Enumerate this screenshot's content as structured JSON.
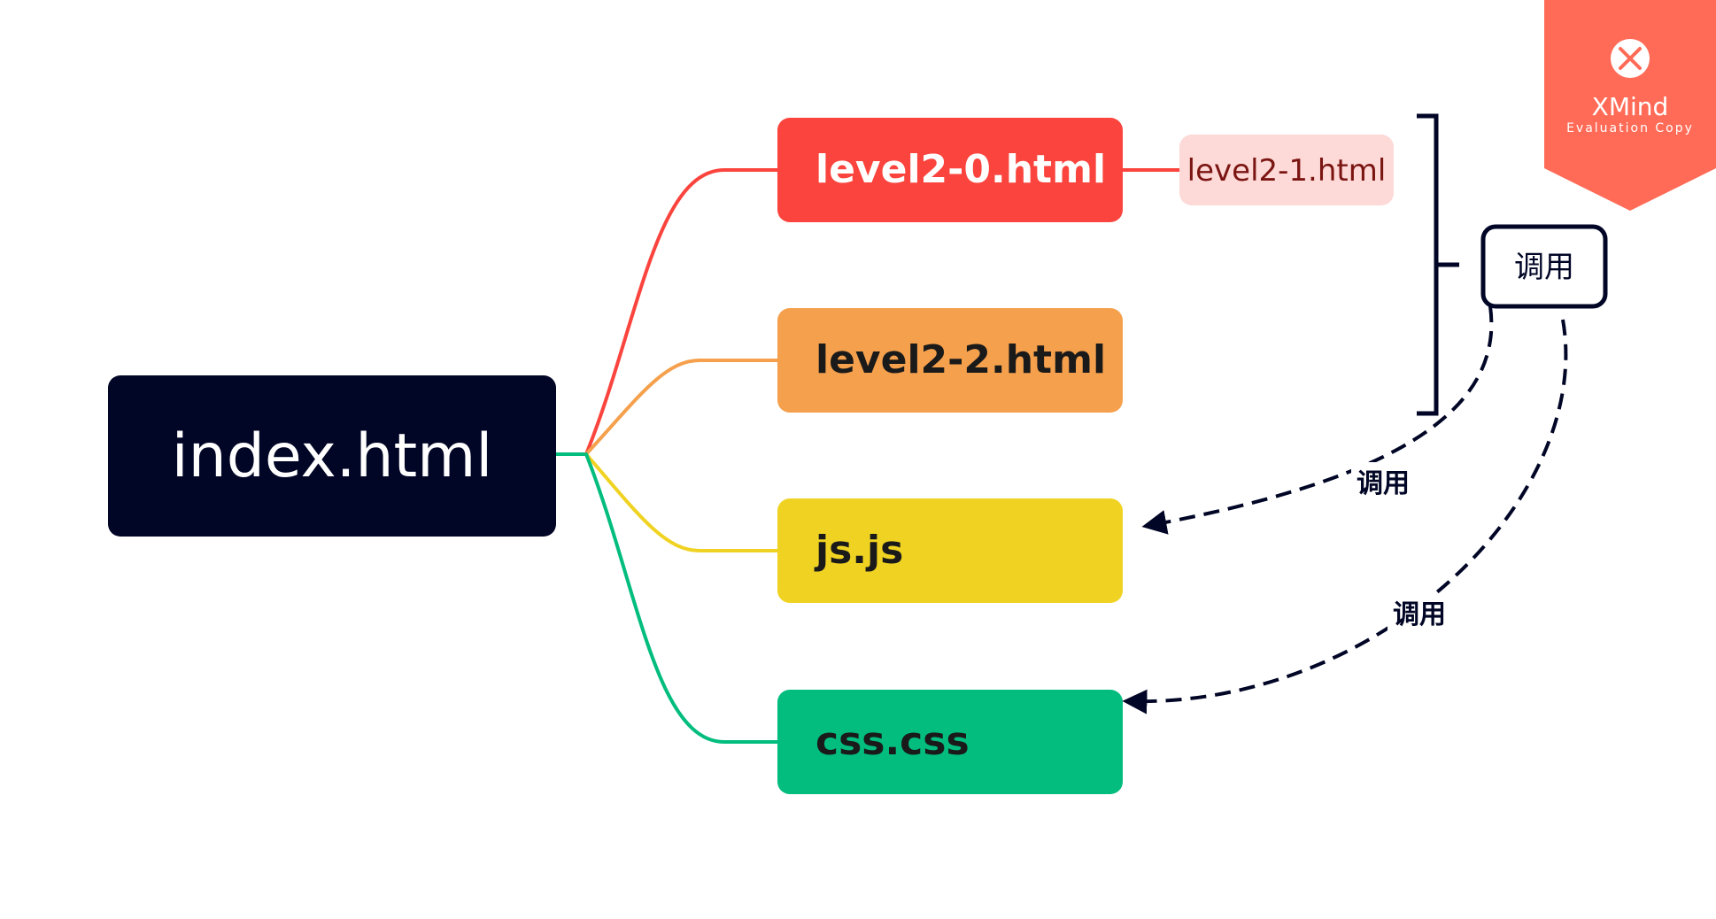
{
  "root": {
    "label": "index.html"
  },
  "branches": [
    {
      "label": "level2-0.html",
      "color": "#FA443D",
      "text_color": "#ffffff"
    },
    {
      "label": "level2-2.html",
      "color": "#F5A04C",
      "text_color": "#1a1a1a"
    },
    {
      "label": "js.js",
      "color": "#F0D322",
      "text_color": "#1a1a1a"
    },
    {
      "label": "css.css",
      "color": "#02BD7D",
      "text_color": "#1a1a1a"
    }
  ],
  "subtopic": {
    "label": "level2-1.html",
    "color": "#FDD9D7",
    "text_color": "#7a1512"
  },
  "summary": {
    "label": "调用"
  },
  "relations": [
    {
      "label": "调用"
    },
    {
      "label": "调用"
    }
  ],
  "watermark": {
    "brand": "XMind",
    "note": "Evaluation Copy",
    "color": "#FF6B57",
    "icon": "xmind-logo-icon"
  },
  "colors": {
    "root": "#010626",
    "root_branch": "#02BD7D",
    "dark": "#010626"
  }
}
